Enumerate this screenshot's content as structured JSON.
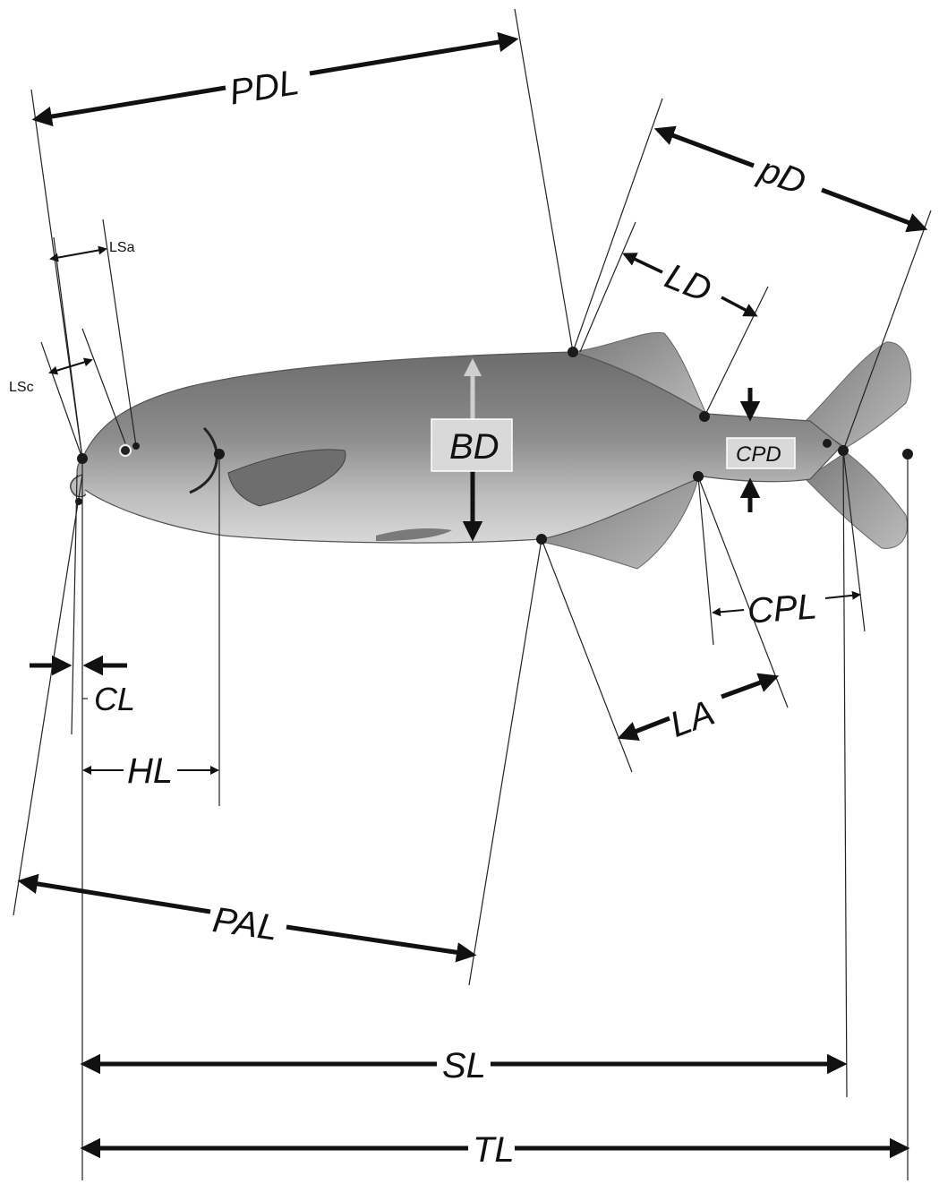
{
  "labels": {
    "pdl": "PDL",
    "pd": "pD",
    "lsa": "LSa",
    "lsc": "LSc",
    "ld": "LD",
    "bd": "BD",
    "cpd": "CPD",
    "cpl": "CPL",
    "cl": "CL",
    "la": "LA",
    "hl": "HL",
    "pal": "PAL",
    "sl": "SL",
    "tl": "TL"
  },
  "colors": {
    "ink": "#111111",
    "label_box": "#d9d9d9",
    "bd_up_arrow": "#cfcfcf",
    "fish_body": "#8a8a8a"
  }
}
